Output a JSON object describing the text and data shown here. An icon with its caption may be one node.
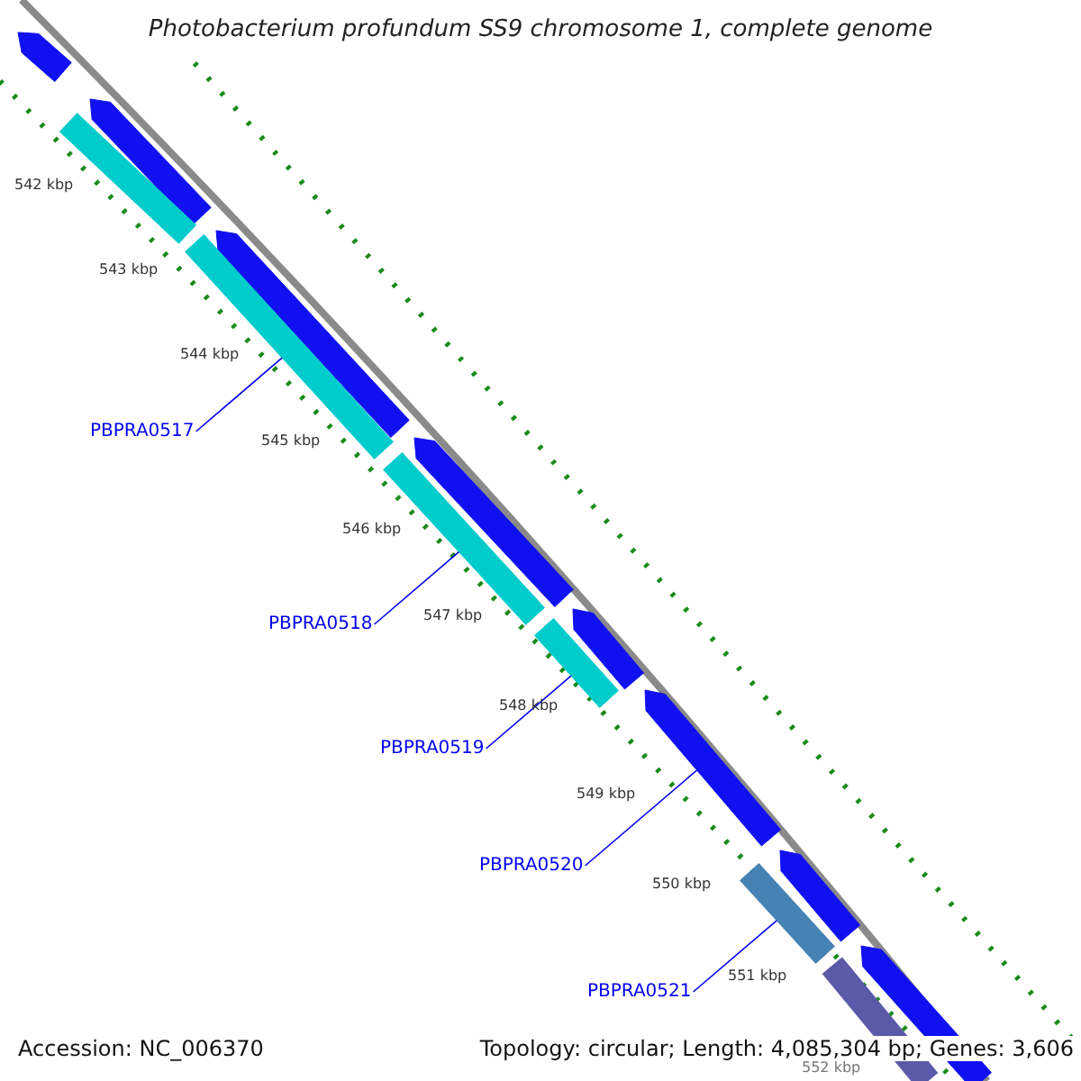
{
  "diagram": {
    "title": "Photobacterium profundum SS9 chromosome 1, complete genome",
    "nodes": [
      {
        "text": [],
        "shape": "arrow"
      },
      {
        "text": [],
        "shape": "arrow"
      },
      {
        "text": [],
        "shape": "bar"
      },
      {
        "text": [],
        "shape": "arrow"
      },
      {
        "text": [],
        "shape": "bar"
      },
      {
        "text": [
          "PBPRA0517"
        ]
      },
      {
        "text": [],
        "shape": "arrow"
      },
      {
        "text": [],
        "shape": "bar"
      },
      {
        "text": [
          "PBPRA0518"
        ]
      },
      {
        "text": [],
        "shape": "arrow"
      },
      {
        "text": [],
        "shape": "bar"
      },
      {
        "text": [
          "PBPRA0519"
        ]
      },
      {
        "text": [],
        "shape": "arrow"
      },
      {
        "text": [
          "PBPRA0520"
        ]
      },
      {
        "text": [],
        "shape": "arrow"
      },
      {
        "text": [],
        "shape": "bar"
      },
      {
        "text": [
          "PBPRA0521"
        ]
      },
      {
        "text": [],
        "shape": "arrow"
      },
      {
        "text": [],
        "shape": "bar"
      }
    ],
    "edges": [
      {
        "from": 5,
        "to": 4,
        "arrow": "none"
      },
      {
        "from": 8,
        "to": 7,
        "arrow": "none"
      },
      {
        "from": 11,
        "to": 10,
        "arrow": "none"
      },
      {
        "from": 13,
        "to": 12,
        "arrow": "none"
      },
      {
        "from": 16,
        "to": 15,
        "arrow": "none"
      }
    ],
    "labels": [
      "542 kbp",
      "543 kbp",
      "544 kbp",
      "545 kbp",
      "546 kbp",
      "547 kbp",
      "548 kbp",
      "549 kbp",
      "550 kbp",
      "551 kbp",
      "552 kbp",
      "Accession: NC_006370",
      "Topology: circular; Length: 4,085,304 bp; Genes: 3,606"
    ]
  }
}
